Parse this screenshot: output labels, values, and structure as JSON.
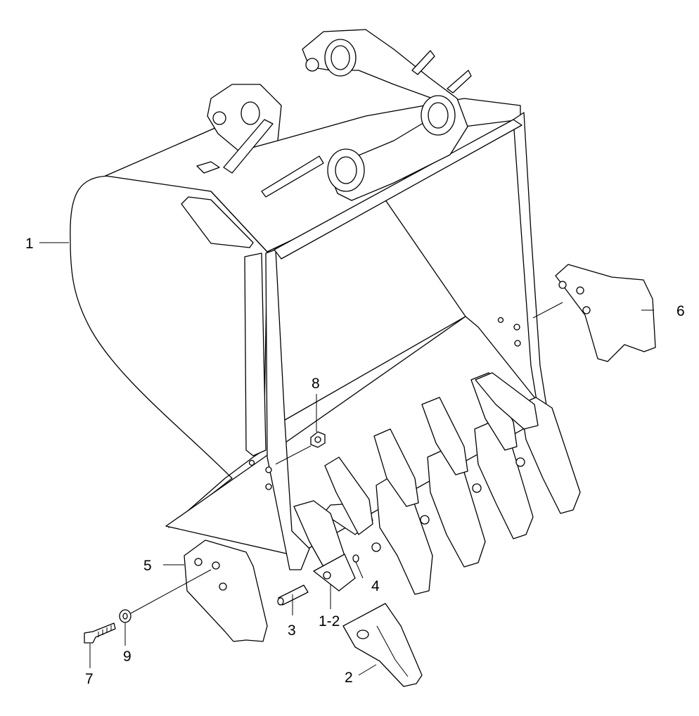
{
  "callouts": {
    "c1": "1",
    "c1_2": "1-2",
    "c2": "2",
    "c3": "3",
    "c4": "4",
    "c5": "5",
    "c6": "6",
    "c7": "7",
    "c8": "8",
    "c9": "9"
  },
  "colors": {
    "stroke": "#000000",
    "paper": "#ffffff"
  }
}
